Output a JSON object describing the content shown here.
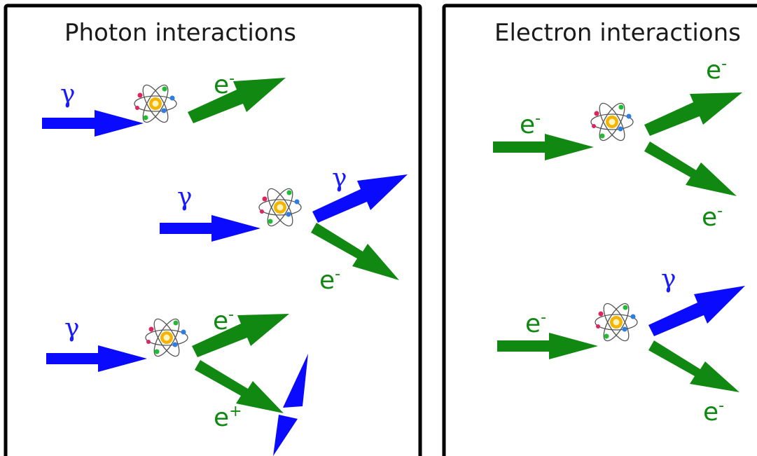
{
  "panels": [
    {
      "title": "Photon interactions",
      "events": [
        {
          "incoming": "γ",
          "outgoing": [
            "e-"
          ]
        },
        {
          "incoming": "γ",
          "outgoing": [
            "γ",
            "e-"
          ]
        },
        {
          "incoming": "γ",
          "outgoing": [
            "e-",
            "e+"
          ]
        }
      ]
    },
    {
      "title": "Electron interactions",
      "events": [
        {
          "incoming": "e-",
          "outgoing": [
            "e-",
            "e-"
          ]
        },
        {
          "incoming": "e-",
          "outgoing": [
            "γ",
            "e-"
          ]
        }
      ]
    }
  ],
  "labels": {
    "gamma": "γ",
    "e": "e",
    "minus": "-",
    "plus": "+"
  },
  "colors": {
    "photon": "#0a0aff",
    "electron": "#118811",
    "border": "#000000"
  },
  "icons": {
    "atom": "atom-icon"
  }
}
